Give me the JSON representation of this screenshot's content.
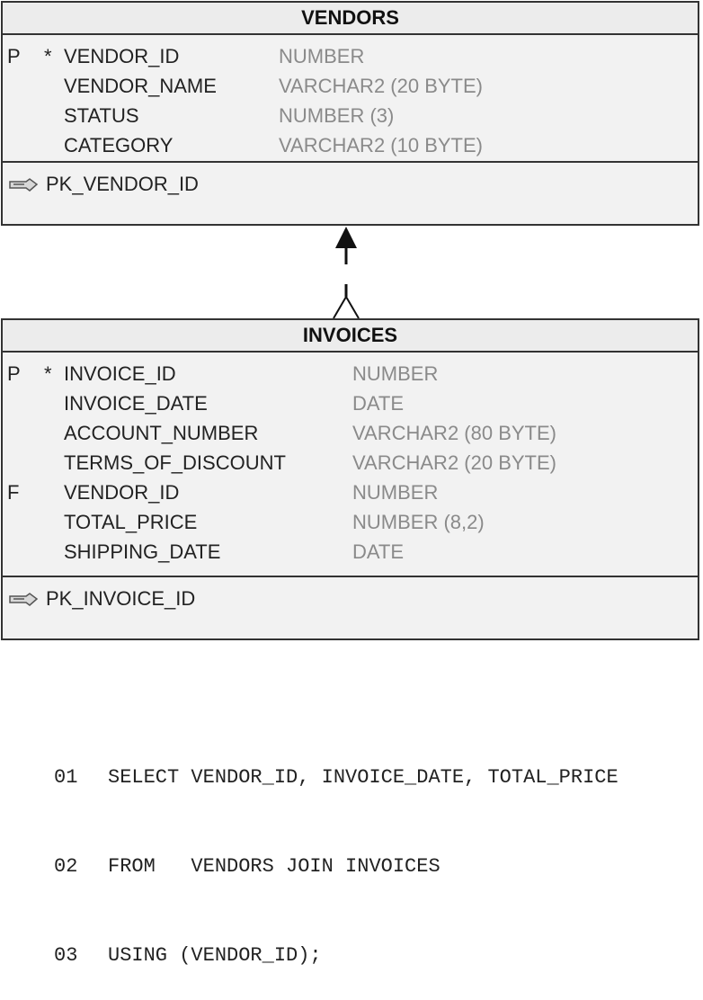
{
  "vendors": {
    "title": "VENDORS",
    "columns": [
      {
        "key": "P",
        "req": "*",
        "name": "VENDOR_ID",
        "type": "NUMBER"
      },
      {
        "key": "",
        "req": "",
        "name": "VENDOR_NAME",
        "type": "VARCHAR2 (20 BYTE)"
      },
      {
        "key": "",
        "req": "",
        "name": "STATUS",
        "type": "NUMBER (3)"
      },
      {
        "key": "",
        "req": "",
        "name": "CATEGORY",
        "type": "VARCHAR2 (10 BYTE)"
      }
    ],
    "pk": "PK_VENDOR_ID"
  },
  "invoices": {
    "title": "INVOICES",
    "columns": [
      {
        "key": "P",
        "req": "*",
        "name": "INVOICE_ID",
        "type": "NUMBER"
      },
      {
        "key": "",
        "req": "",
        "name": "INVOICE_DATE",
        "type": "DATE"
      },
      {
        "key": "",
        "req": "",
        "name": "ACCOUNT_NUMBER",
        "type": "VARCHAR2 (80 BYTE)"
      },
      {
        "key": "",
        "req": "",
        "name": "TERMS_OF_DISCOUNT",
        "type": "VARCHAR2 (20 BYTE)"
      },
      {
        "key": "F",
        "req": "",
        "name": "VENDOR_ID",
        "type": "NUMBER"
      },
      {
        "key": "",
        "req": "",
        "name": "TOTAL_PRICE",
        "type": "NUMBER (8,2)"
      },
      {
        "key": "",
        "req": "",
        "name": "SHIPPING_DATE",
        "type": "DATE"
      }
    ],
    "pk": "PK_INVOICE_ID"
  },
  "sql": [
    {
      "num": "01",
      "text": "SELECT VENDOR_ID, INVOICE_DATE, TOTAL_PRICE"
    },
    {
      "num": "02",
      "text": "FROM   VENDORS JOIN INVOICES"
    },
    {
      "num": "03",
      "text": "USING (VENDOR_ID);"
    }
  ],
  "icons": {
    "pk_icon": "key-index-icon",
    "relationship": "crows-foot-arrow-icon"
  }
}
